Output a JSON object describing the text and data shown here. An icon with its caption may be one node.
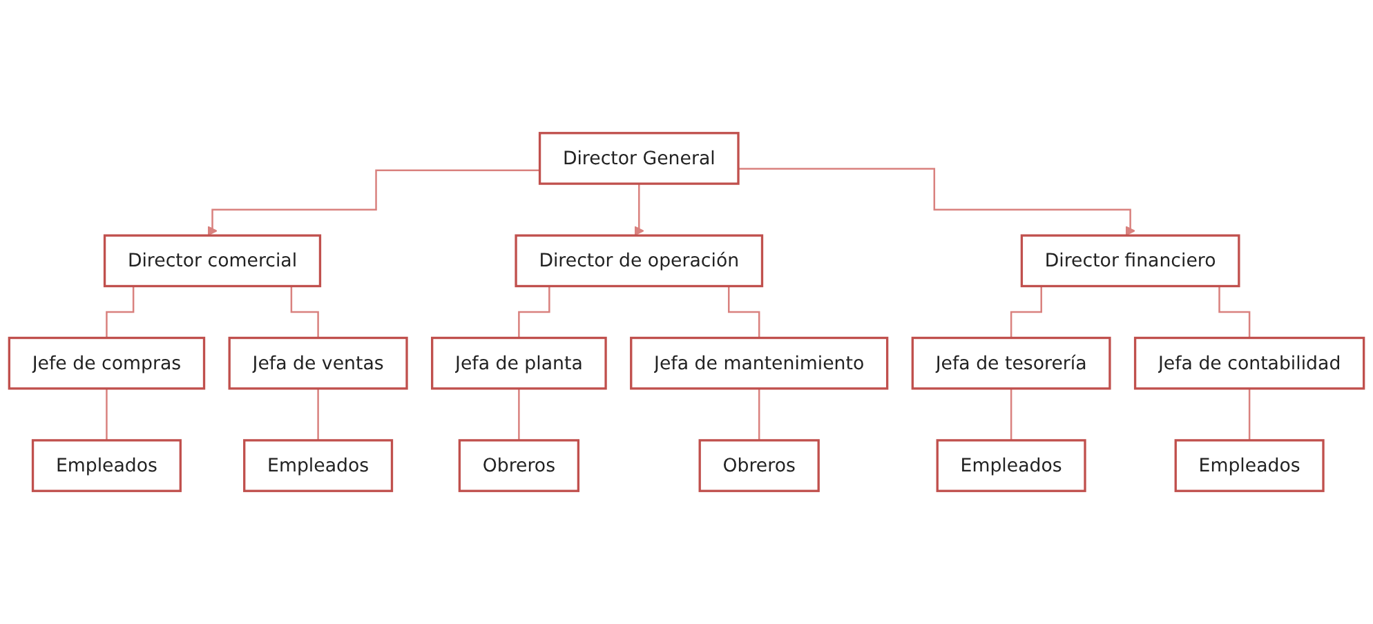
{
  "diagram": {
    "nodes": [
      {
        "text": [
          "Director General"
        ]
      },
      {
        "text": [
          "Director comercial"
        ]
      },
      {
        "text": [
          "Director de operación"
        ]
      },
      {
        "text": [
          "Director financiero"
        ]
      },
      {
        "text": [
          "Jefe de compras"
        ]
      },
      {
        "text": [
          "Jefa de ventas"
        ]
      },
      {
        "text": [
          "Jefa de planta"
        ]
      },
      {
        "text": [
          "Jefa de mantenimiento"
        ]
      },
      {
        "text": [
          "Jefa de tesorería"
        ]
      },
      {
        "text": [
          "Jefa de contabilidad"
        ]
      },
      {
        "text": [
          "Empleados"
        ]
      },
      {
        "text": [
          "Empleados"
        ]
      },
      {
        "text": [
          "Obreros"
        ]
      },
      {
        "text": [
          "Obreros"
        ]
      },
      {
        "text": [
          "Empleados"
        ]
      },
      {
        "text": [
          "Empleados"
        ]
      }
    ],
    "edges": [
      {
        "from": 0,
        "to": 1,
        "arrow": "to"
      },
      {
        "from": 0,
        "to": 2,
        "arrow": "to"
      },
      {
        "from": 0,
        "to": 3,
        "arrow": "to"
      },
      {
        "from": 1,
        "to": 4,
        "arrow": "none"
      },
      {
        "from": 1,
        "to": 5,
        "arrow": "none"
      },
      {
        "from": 2,
        "to": 6,
        "arrow": "none"
      },
      {
        "from": 2,
        "to": 7,
        "arrow": "none"
      },
      {
        "from": 3,
        "to": 8,
        "arrow": "none"
      },
      {
        "from": 3,
        "to": 9,
        "arrow": "none"
      },
      {
        "from": 4,
        "to": 10,
        "arrow": "none"
      },
      {
        "from": 5,
        "to": 11,
        "arrow": "none"
      },
      {
        "from": 6,
        "to": 12,
        "arrow": "none"
      },
      {
        "from": 7,
        "to": 13,
        "arrow": "none"
      },
      {
        "from": 8,
        "to": 14,
        "arrow": "none"
      },
      {
        "from": 9,
        "to": 15,
        "arrow": "none"
      }
    ]
  }
}
